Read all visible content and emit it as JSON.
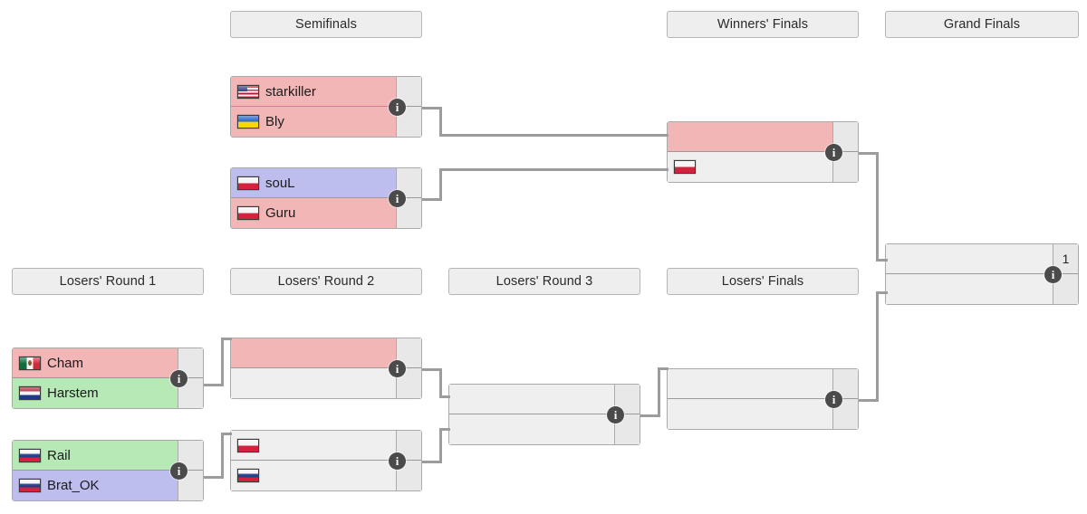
{
  "headers": [
    {
      "id": "semifinals",
      "label": "Semifinals"
    },
    {
      "id": "winners-finals",
      "label": "Winners' Finals"
    },
    {
      "id": "grand-finals",
      "label": "Grand Finals"
    },
    {
      "id": "losers-round-1",
      "label": "Losers' Round 1"
    },
    {
      "id": "losers-round-2",
      "label": "Losers' Round 2"
    },
    {
      "id": "losers-round-3",
      "label": "Losers' Round 3"
    },
    {
      "id": "losers-finals",
      "label": "Losers' Finals"
    }
  ],
  "info_glyph": "i",
  "colors": {
    "win": "#b6e9b6",
    "lose": "#f2b6b6",
    "pending": "#bdbdee",
    "empty": "#efefef",
    "header_bg": "#eeeeee",
    "border": "#aaaaaa",
    "line": "#9c9c9c",
    "info_badge": "#4b4b4b"
  },
  "matches": {
    "sf1": {
      "round": "Semifinals",
      "top": {
        "name": "starkiller",
        "flag": "us",
        "state": "lose",
        "score": ""
      },
      "bottom": {
        "name": "Bly",
        "flag": "ua",
        "state": "lose",
        "score": ""
      }
    },
    "sf2": {
      "round": "Semifinals",
      "top": {
        "name": "souL",
        "flag": "pl",
        "state": "pending",
        "score": ""
      },
      "bottom": {
        "name": "Guru",
        "flag": "pl",
        "state": "lose",
        "score": ""
      }
    },
    "wf": {
      "round": "Winners' Finals",
      "top": {
        "name": "",
        "flag": "",
        "state": "lose",
        "score": ""
      },
      "bottom": {
        "name": "",
        "flag": "pl",
        "state": "empty",
        "score": ""
      }
    },
    "gf": {
      "round": "Grand Finals",
      "top": {
        "name": "",
        "flag": "",
        "state": "empty",
        "score": "1"
      },
      "bottom": {
        "name": "",
        "flag": "",
        "state": "empty",
        "score": ""
      }
    },
    "lr1a": {
      "round": "Losers' Round 1",
      "top": {
        "name": "Cham",
        "flag": "mx",
        "state": "lose",
        "score": ""
      },
      "bottom": {
        "name": "Harstem",
        "flag": "nl",
        "state": "win",
        "score": ""
      }
    },
    "lr1b": {
      "round": "Losers' Round 1",
      "top": {
        "name": "Rail",
        "flag": "ru",
        "state": "win",
        "score": ""
      },
      "bottom": {
        "name": "Brat_OK",
        "flag": "ru",
        "state": "pending",
        "score": ""
      }
    },
    "lr2a": {
      "round": "Losers' Round 2",
      "top": {
        "name": "",
        "flag": "",
        "state": "lose",
        "score": ""
      },
      "bottom": {
        "name": "",
        "flag": "",
        "state": "empty",
        "score": ""
      }
    },
    "lr2b": {
      "round": "Losers' Round 2",
      "top": {
        "name": "",
        "flag": "pl",
        "state": "empty",
        "score": ""
      },
      "bottom": {
        "name": "",
        "flag": "ru",
        "state": "empty",
        "score": ""
      }
    },
    "lr3": {
      "round": "Losers' Round 3",
      "top": {
        "name": "",
        "flag": "",
        "state": "empty",
        "score": ""
      },
      "bottom": {
        "name": "",
        "flag": "",
        "state": "empty",
        "score": ""
      }
    },
    "lf": {
      "round": "Losers' Finals",
      "top": {
        "name": "",
        "flag": "",
        "state": "empty",
        "score": ""
      },
      "bottom": {
        "name": "",
        "flag": "",
        "state": "empty",
        "score": ""
      }
    }
  }
}
